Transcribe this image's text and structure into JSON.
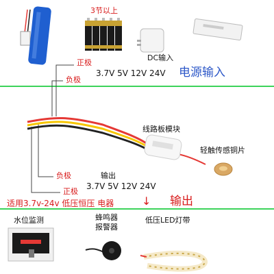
{
  "labels": {
    "batteries_count": "3节以上",
    "dc_input": "DC输入",
    "input_voltages": "3.7V 5V 12V 24V",
    "positive_top": "正极",
    "negative_top": "负极",
    "power_input": "电源输入",
    "circuit_module": "线路板模块",
    "touch_copper": "轻触传感铜片",
    "negative_bottom": "负极",
    "output": "输出",
    "output_voltages": "3.7V 5V 12V 24V",
    "positive_bottom": "正极",
    "applicable": "适用3.7v-24v 低压恒压 电器",
    "arrow_down": "↓",
    "output_big": "输出",
    "water_level": "水位监测",
    "buzzer": "蜂鸣器\n报警器",
    "led_strip": "低压LED灯带"
  },
  "colors": {
    "green_line": "#3cd35a",
    "label_red": "#d81b1b",
    "label_blue": "#2d58c8",
    "wire_red": "#e53935",
    "wire_yellow": "#f7c600",
    "wire_black": "#222222"
  },
  "icons": {
    "battery_18650": "battery-18650-icon",
    "aa_batteries": "aa-batteries-icon",
    "usb_adapter": "usb-adapter-icon",
    "led_driver": "led-driver-icon",
    "circuit_board": "circuit-board-icon",
    "copper_sensor": "copper-sensor-icon",
    "water_monitor": "water-monitor-icon",
    "buzzer": "buzzer-icon",
    "led_strip": "led-strip-icon"
  }
}
